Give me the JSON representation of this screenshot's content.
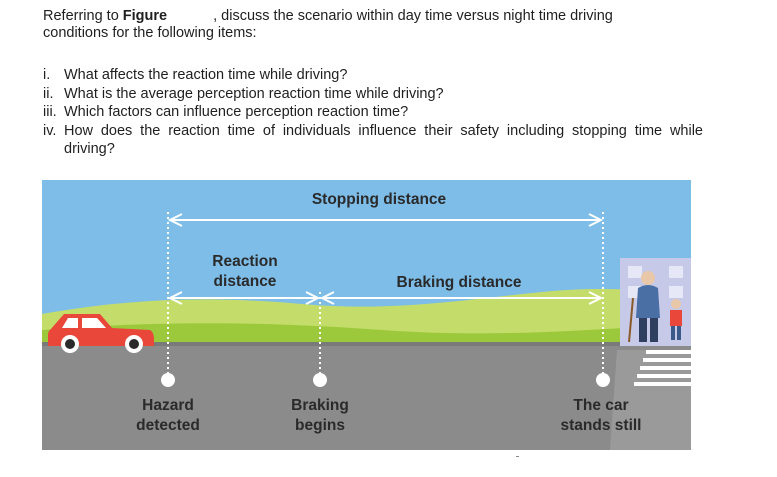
{
  "question": {
    "intro_part1": "Referring to ",
    "figure_word": "Figure",
    "intro_part2": ", discuss the scenario within day time versus night time driving",
    "intro_line2": "conditions for the following items:"
  },
  "items": [
    {
      "num": "i.",
      "text": "What affects the reaction time while driving?"
    },
    {
      "num": "ii.",
      "text": "What is the average perception reaction time while driving?"
    },
    {
      "num": "iii.",
      "text": "Which factors can influence perception reaction time?"
    },
    {
      "num": "iv.",
      "text": "How does the reaction time of individuals influence their safety including stopping time while driving?"
    }
  ],
  "figure": {
    "stopping_distance": "Stopping distance",
    "reaction_distance_line1": "Reaction",
    "reaction_distance_line2": "distance",
    "braking_distance": "Braking distance",
    "hazard_line1": "Hazard",
    "hazard_line2": "detected",
    "braking_begins_line1": "Braking",
    "braking_begins_line2": "begins",
    "car_still_line1": "The car",
    "car_still_line2": "stands still",
    "colors": {
      "sky": "#7dbde8",
      "hill": "#c4dd6a",
      "grass": "#9cc93c",
      "road": "#8b8b8b",
      "car": "#e8473a",
      "arrow": "#ffffff"
    }
  }
}
